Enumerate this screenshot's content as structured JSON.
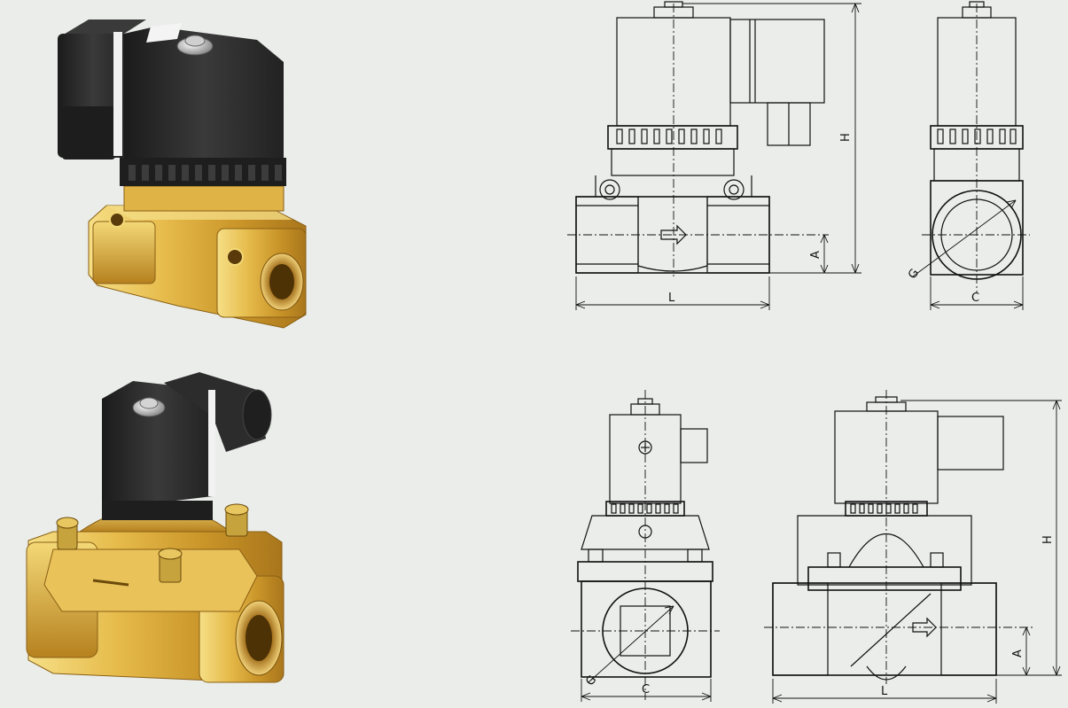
{
  "image": {
    "description_none": true
  },
  "palette": {
    "background": "#eaedea",
    "line": "#111111",
    "coil_black": "#2b2b2b",
    "brass_light": "#f2d36b",
    "brass": "#d9a93a",
    "brass_dark": "#a9761c"
  },
  "drawing_top_front": {
    "dim_length": "L",
    "dim_height": "H",
    "dim_offset": "A"
  },
  "drawing_top_side": {
    "dim_width": "C",
    "dim_thread": "G"
  },
  "drawing_bottom_side": {
    "dim_width": "C",
    "dim_thread": "G"
  },
  "drawing_bottom_front": {
    "dim_length": "L",
    "dim_height": "H",
    "dim_offset": "A"
  }
}
